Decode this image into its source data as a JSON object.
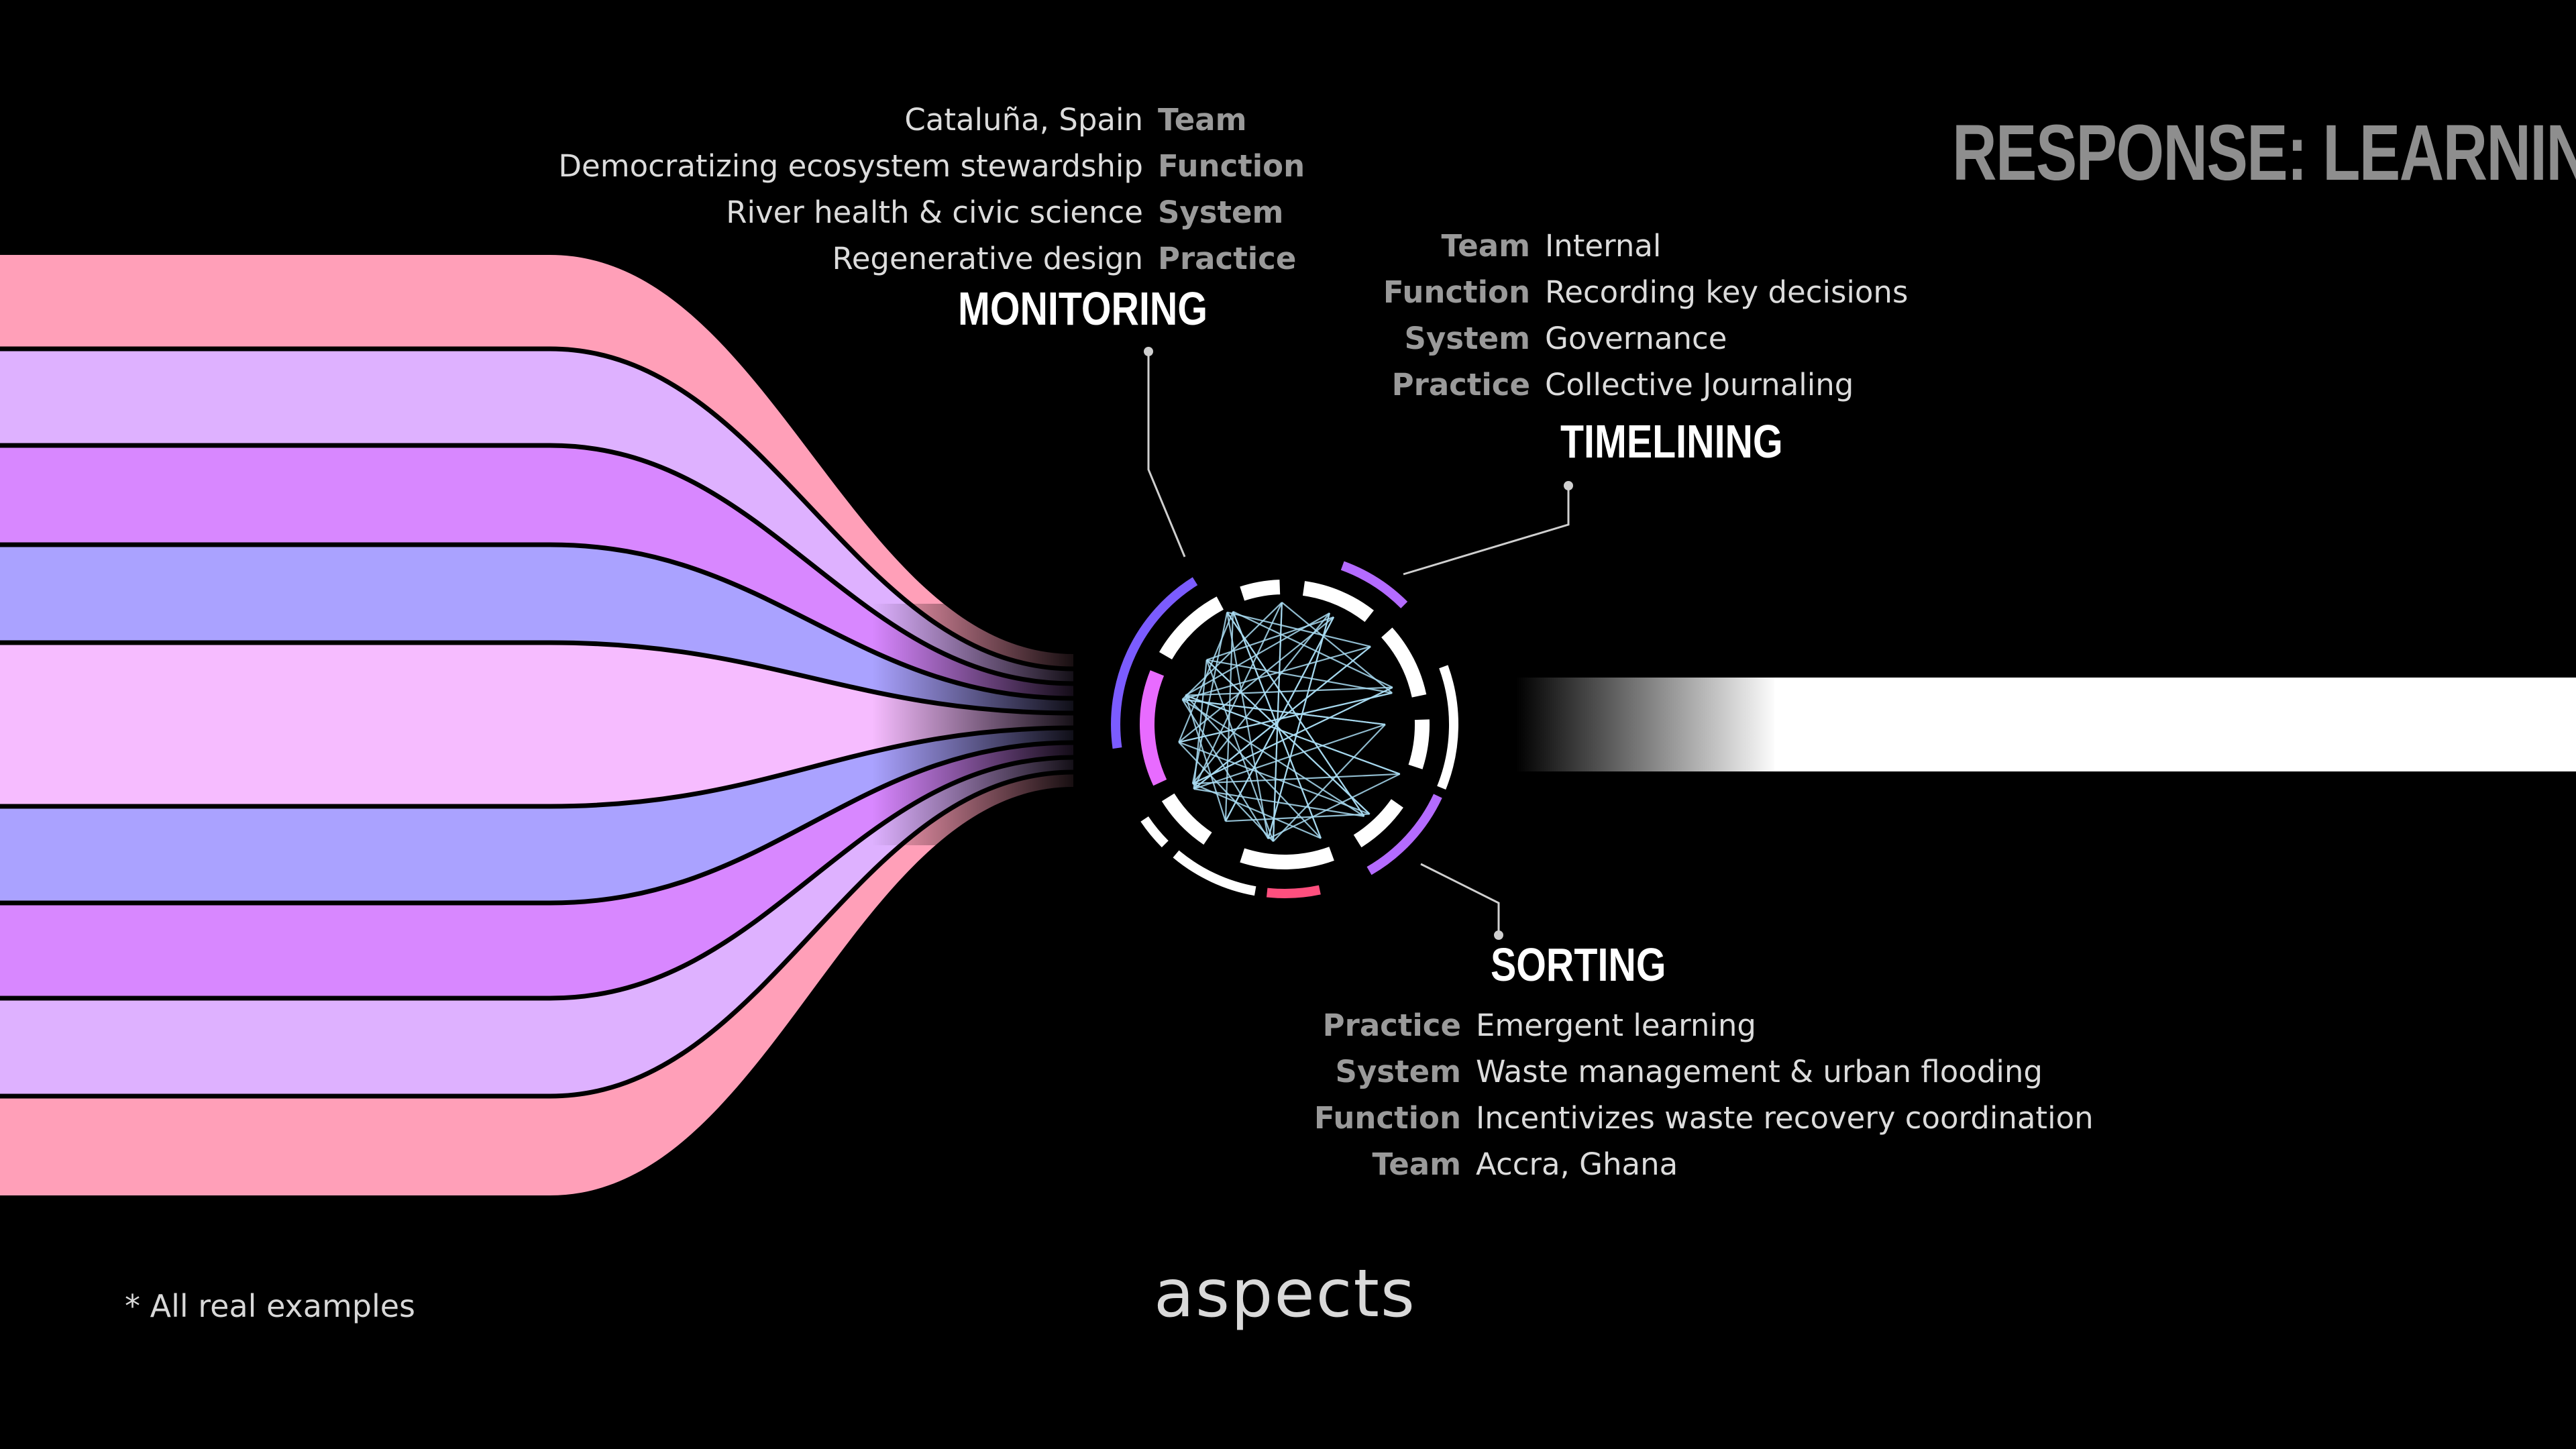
{
  "title": "RESPONSE: LEARNING",
  "colors": {
    "background": "#000000",
    "band_pink": "#ff9fb8",
    "band_lavender": "#deb1ff",
    "band_violet": "#d887ff",
    "band_periwinkle": "#aaa2ff",
    "band_center": "#f6bcff",
    "ring_purple": "#7b5cff",
    "ring_magenta": "#e86bff",
    "ring_violet": "#b46bff",
    "ring_red": "#ff4f7e",
    "web_lines": "#a9dcf2"
  },
  "monitoring": {
    "label": "MONITORING",
    "rows": [
      {
        "value": "Cataluña, Spain",
        "key": "Team"
      },
      {
        "value": "Democratizing ecosystem stewardship",
        "key": "Function"
      },
      {
        "value": "River health & civic science",
        "key": "System"
      },
      {
        "value": "Regenerative design",
        "key": "Practice"
      }
    ]
  },
  "timelining": {
    "label": "TIMELINING",
    "rows": [
      {
        "key": "Team",
        "value": "Internal"
      },
      {
        "key": "Function",
        "value": "Recording key decisions"
      },
      {
        "key": "System",
        "value": "Governance"
      },
      {
        "key": "Practice",
        "value": "Collective Journaling"
      }
    ]
  },
  "sorting": {
    "label": "SORTING",
    "rows": [
      {
        "key": "Practice",
        "value": "Emergent learning"
      },
      {
        "key": "System",
        "value": "Waste management & urban flooding"
      },
      {
        "key": "Function",
        "value": "Incentivizes waste recovery coordination"
      },
      {
        "key": "Team",
        "value": "Accra, Ghana"
      }
    ]
  },
  "footnote": "* All real examples",
  "brand": "aspects"
}
